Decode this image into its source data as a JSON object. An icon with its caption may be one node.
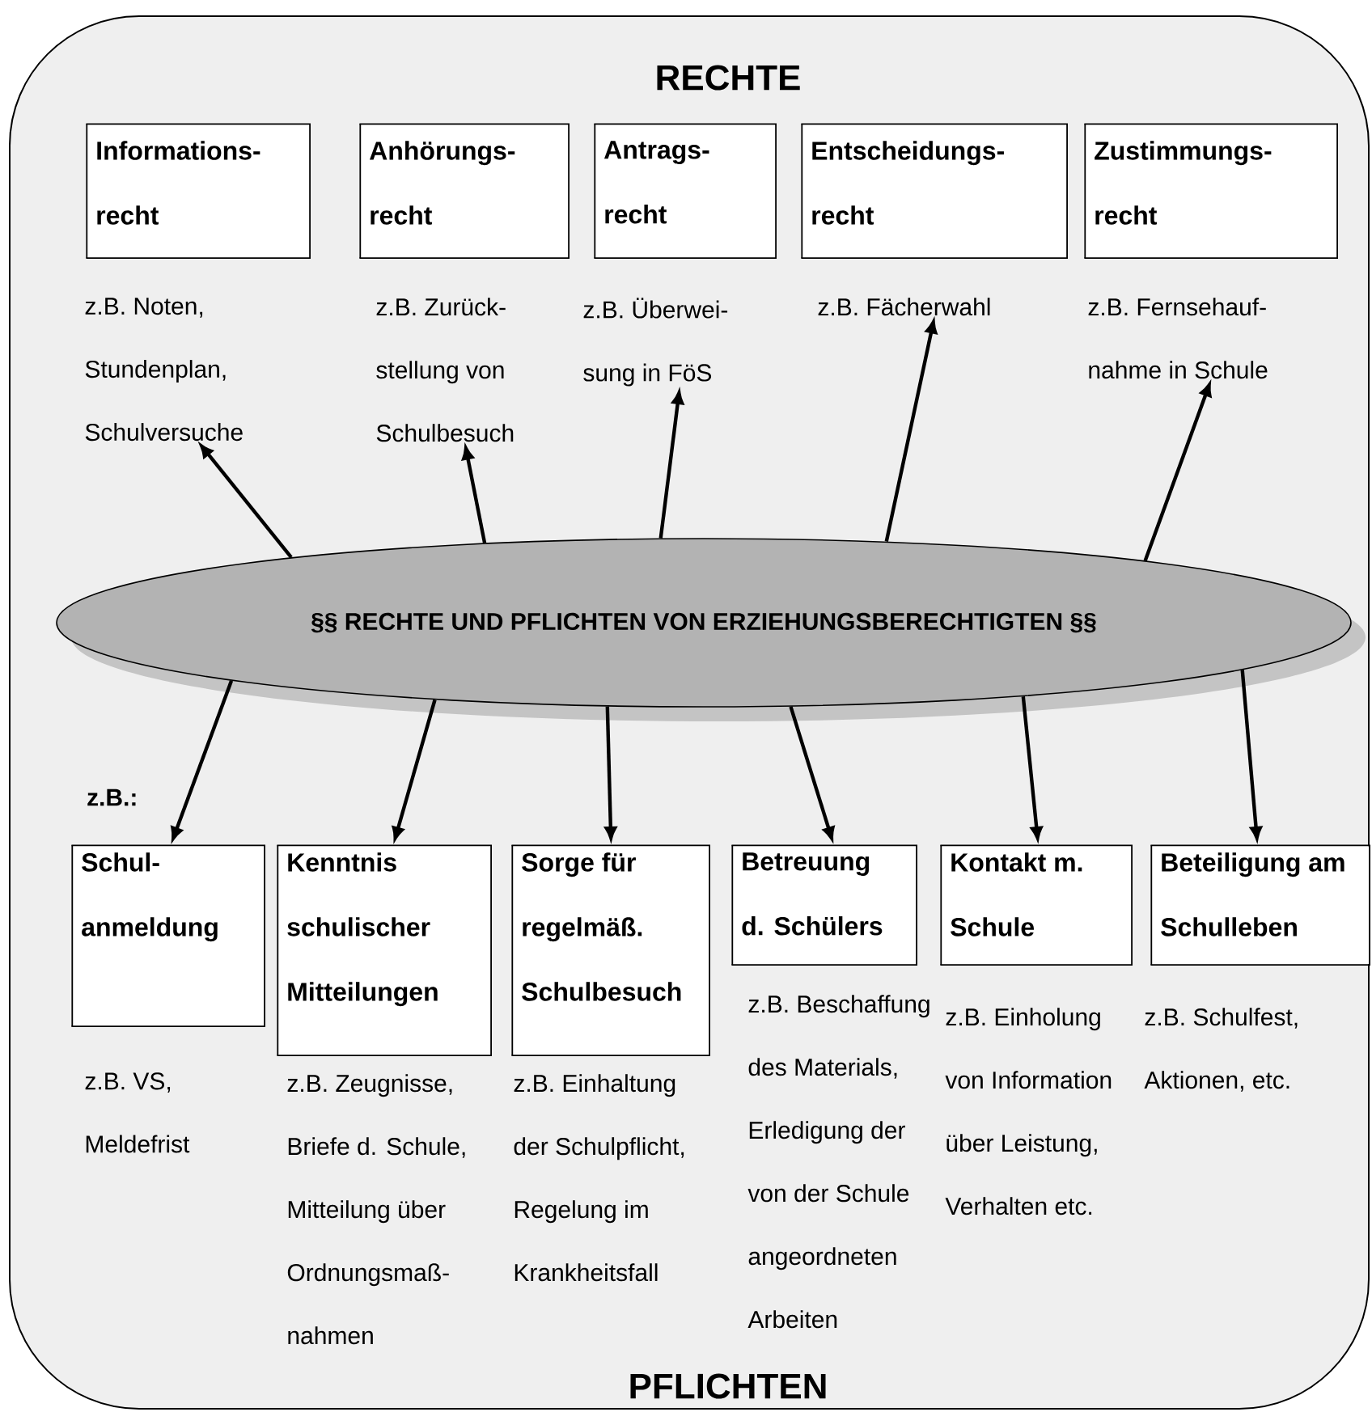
{
  "diagram": {
    "nodes": [
      {
        "text": [
          "RECHTE",
          "PFLICHTEN"
        ]
      },
      {
        "text": [
          "Informations- recht"
        ],
        "in": 0,
        "beside": [
          "z.B. Noten, Stundenplan, Schulversuche"
        ]
      },
      {
        "text": [
          "Anhörungs- recht"
        ],
        "in": 0,
        "beside": [
          "z.B. Zurück- stellung von Schulbesuch"
        ]
      },
      {
        "text": [
          "Antrags- recht"
        ],
        "in": 0,
        "beside": [
          "z.B. Überwei- sung in FöS"
        ]
      },
      {
        "text": [
          "Entscheidungs- recht"
        ],
        "in": 0,
        "beside": [
          "z.B. Fächerwahl"
        ]
      },
      {
        "text": [
          "Zustimmungs- recht"
        ],
        "in": 0,
        "beside": [
          "z.B. Fernsehauf- nahme in Schule"
        ]
      },
      {
        "text": [
          "§§ RECHTE UND PFLICHTEN VON ERZIEHUNGSBERECHTIGTEN §§"
        ],
        "in": 0
      },
      {
        "text": [
          "Schul- anmeldung"
        ],
        "in": 0,
        "beside": [
          "z.B. VS, Meldefrist"
        ]
      },
      {
        "text": [
          "Kenntnis schulischer Mitteilungen"
        ],
        "in": 0,
        "beside": [
          "z.B. Zeugnisse, Briefe d. Schule, Mitteilung über Ordnungsmaß- nahmen"
        ]
      },
      {
        "text": [
          "Sorge für regelmäß. Schulbesuch"
        ],
        "in": 0,
        "beside": [
          "z.B. Einhaltung der Schulpflicht, Regelung im Krankheitsfall"
        ]
      },
      {
        "text": [
          "Betreuung d. Schülers"
        ],
        "in": 0,
        "beside": [
          "z.B. Beschaffung des Materials, Erledigung der von der Schule angeordneten Arbeiten"
        ]
      },
      {
        "text": [
          "Kontakt m. Schule"
        ],
        "in": 0,
        "beside": [
          "z.B. Einholung von Information über Leistung, Verhalten etc."
        ]
      },
      {
        "text": [
          "Beteiligung am Schulleben"
        ],
        "in": 0,
        "beside": [
          "z.B. Schulfest, Aktionen, etc."
        ]
      }
    ],
    "edges": [
      {
        "from": 6,
        "to": 1,
        "arrow": "to"
      },
      {
        "from": 6,
        "to": 2,
        "arrow": "to"
      },
      {
        "from": 6,
        "to": 3,
        "arrow": "to"
      },
      {
        "from": 6,
        "to": 4,
        "arrow": "to"
      },
      {
        "from": 6,
        "to": 5,
        "arrow": "to"
      },
      {
        "from": 6,
        "to": 7,
        "arrow": "to"
      },
      {
        "from": 6,
        "to": 8,
        "arrow": "to"
      },
      {
        "from": 6,
        "to": 9,
        "arrow": "to"
      },
      {
        "from": 6,
        "to": 10,
        "arrow": "to"
      },
      {
        "from": 6,
        "to": 11,
        "arrow": "to"
      },
      {
        "from": 6,
        "to": 12,
        "arrow": "to"
      }
    ],
    "labels": [
      "z.B.:"
    ]
  }
}
